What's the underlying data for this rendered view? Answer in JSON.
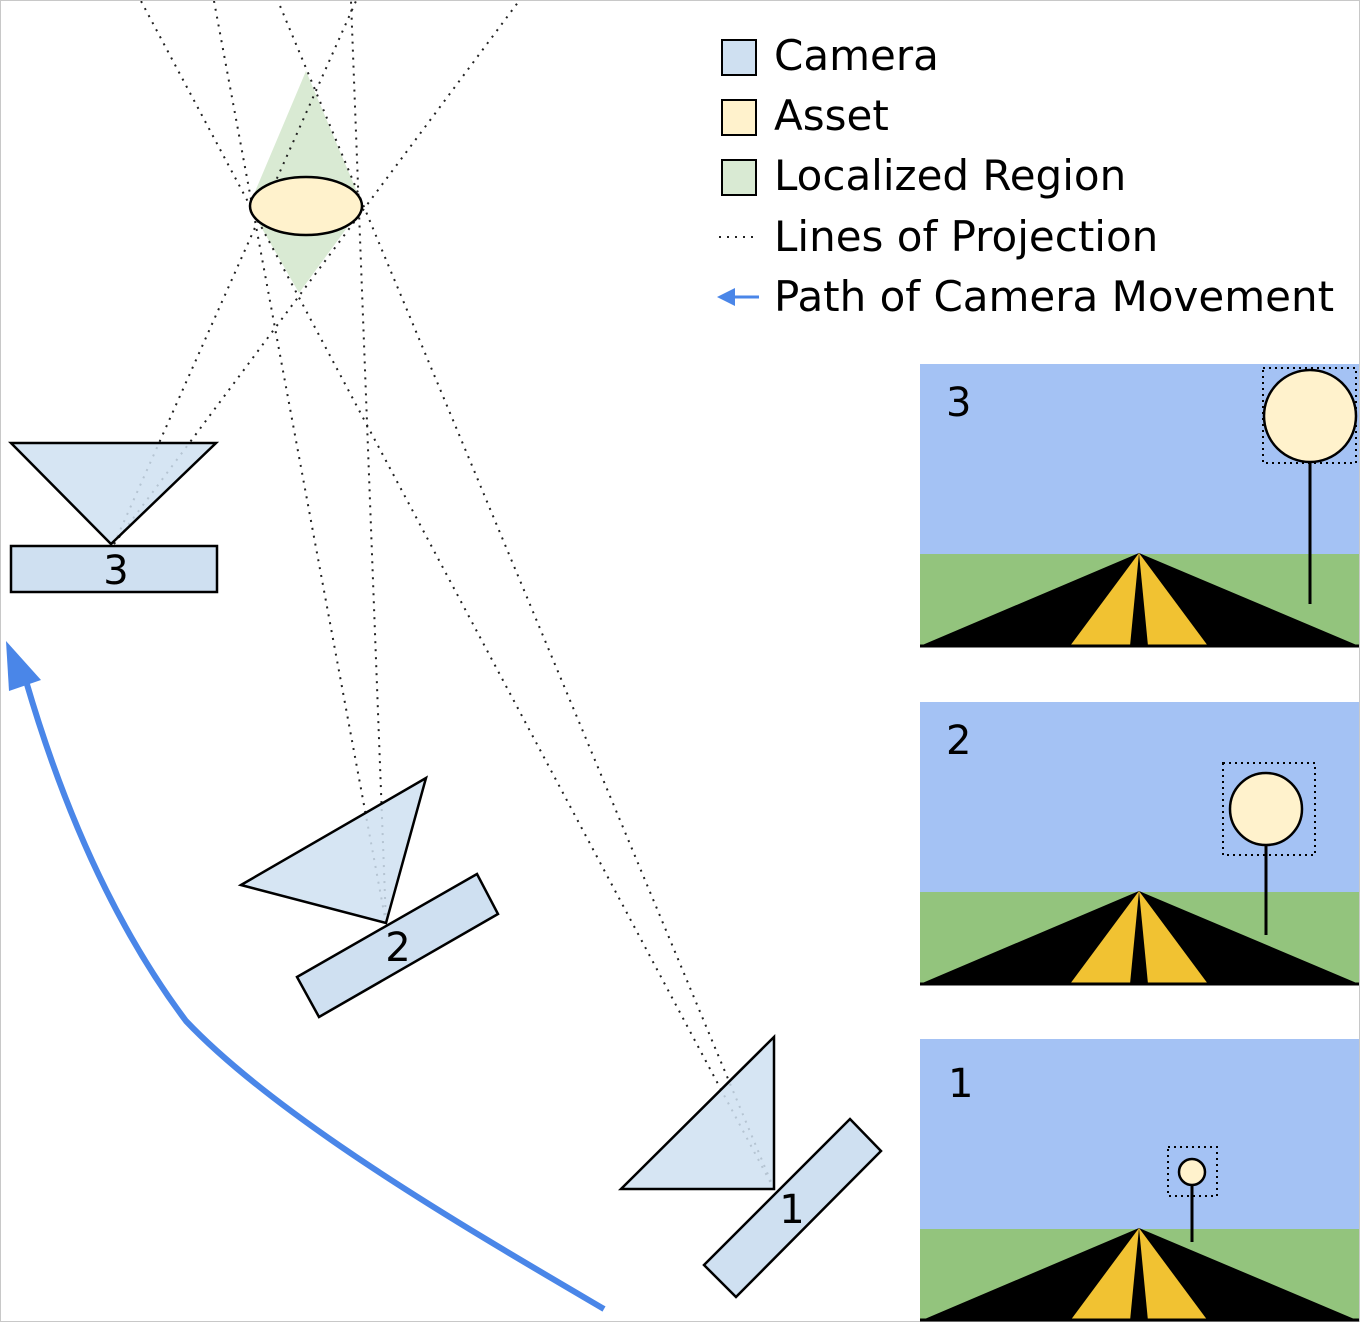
{
  "colors": {
    "camera_fill": "#cfe0f1",
    "asset_fill": "#fff2cc",
    "region_fill": "#d9ead3",
    "path_arrow": "#4a86e8",
    "sky": "#a4c2f4",
    "grass": "#93c47d",
    "road": "#000000",
    "road_stripe": "#f1c232"
  },
  "legend": {
    "camera": "Camera",
    "asset": "Asset",
    "localized_region": "Localized Region",
    "lines_of_projection": "Lines of Projection",
    "path_of_camera_movement": "Path of Camera Movement"
  },
  "cameras": [
    {
      "label": "3"
    },
    {
      "label": "2"
    },
    {
      "label": "1"
    }
  ],
  "panels": [
    {
      "label": "3"
    },
    {
      "label": "2"
    },
    {
      "label": "1"
    }
  ]
}
